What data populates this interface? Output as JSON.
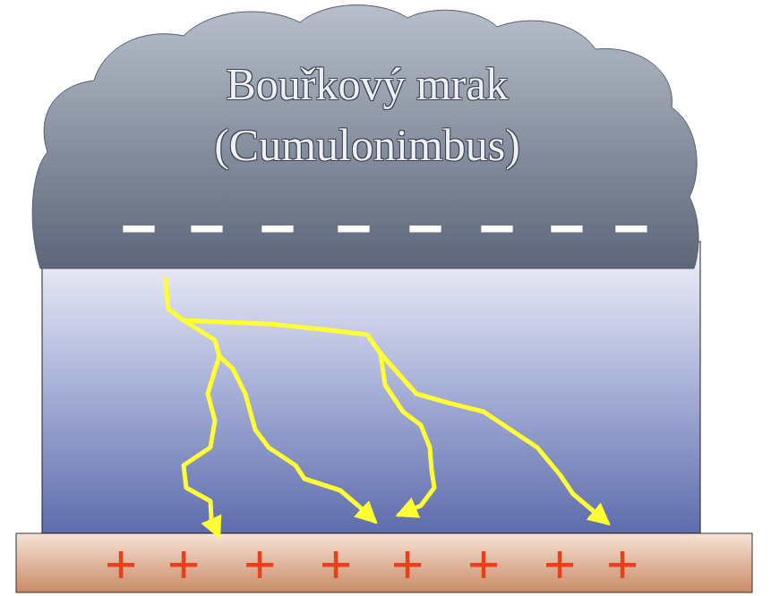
{
  "diagram": {
    "nodes": [
      {
        "text": [
          "Bouřkový mrak (Cumulonimbus)"
        ]
      }
    ],
    "labels": [
      "−",
      "−",
      "−",
      "−",
      "−",
      "−",
      "−",
      "−",
      "+",
      "+",
      "+",
      "+",
      "+",
      "+",
      "+",
      "+"
    ]
  }
}
